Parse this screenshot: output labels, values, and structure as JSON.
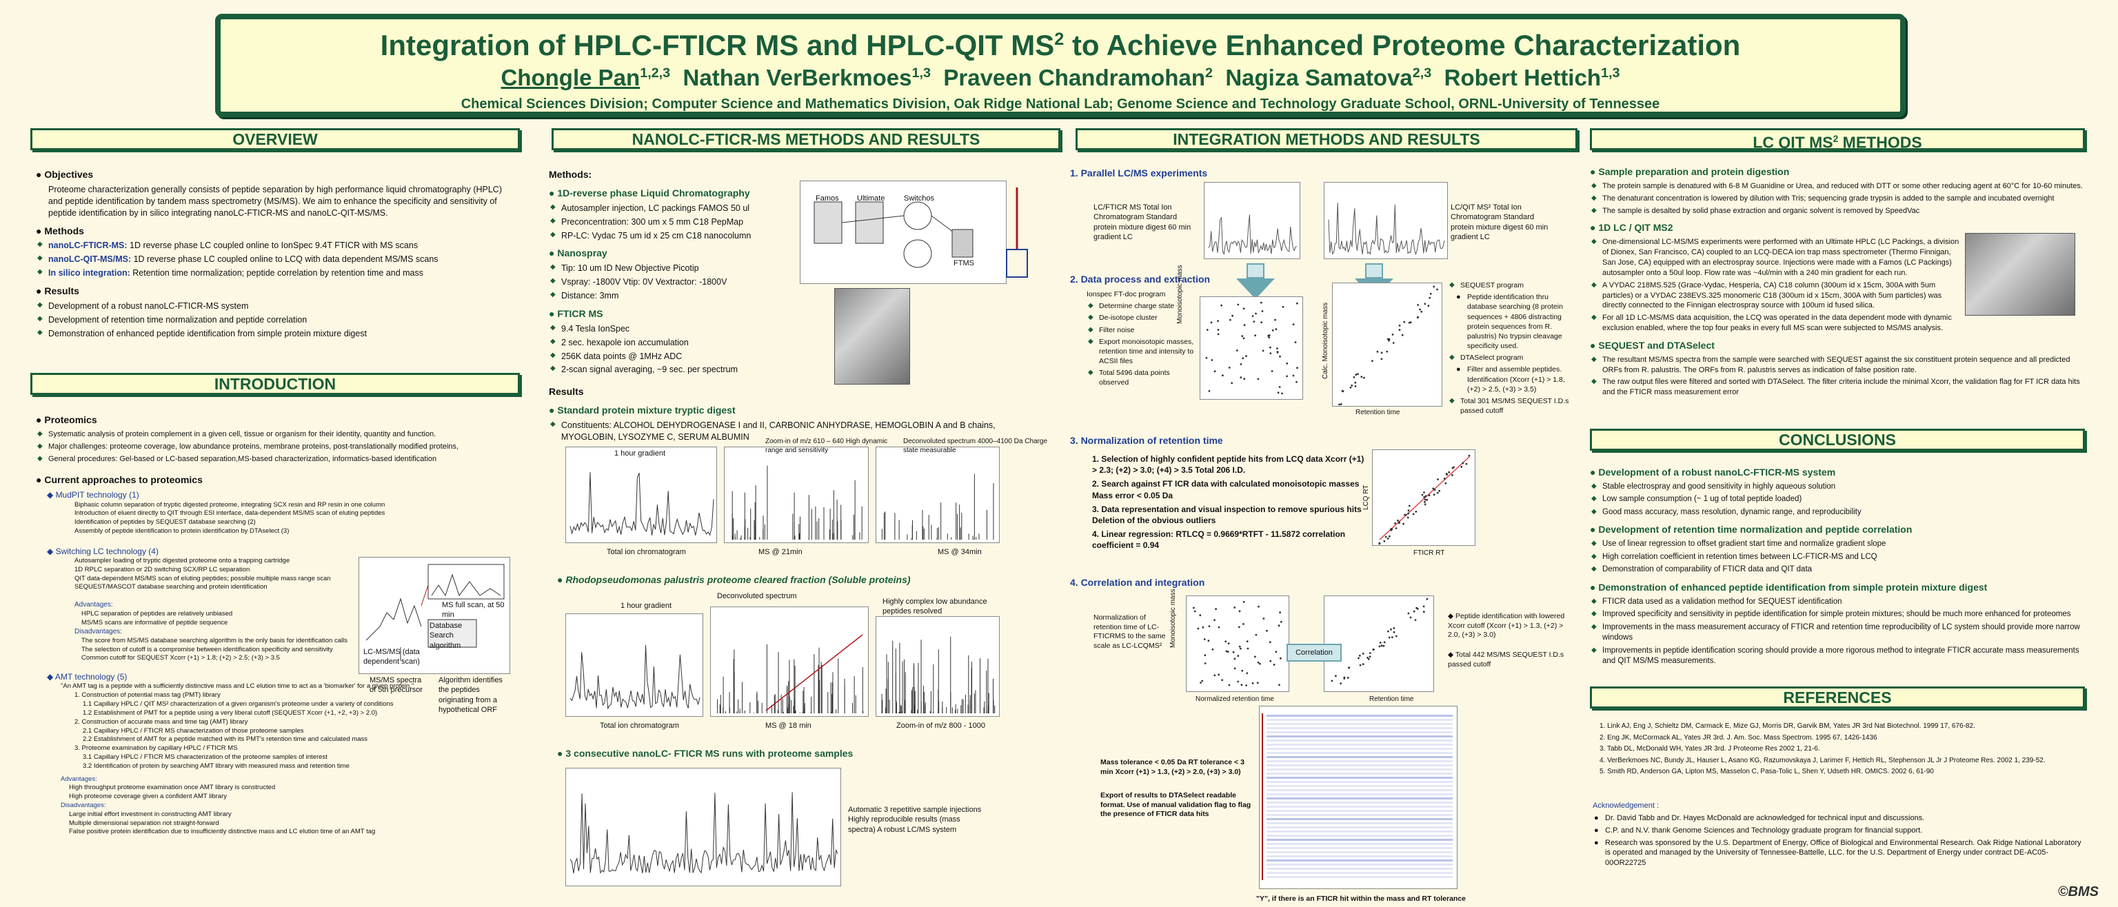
{
  "header": {
    "title": "Integration of HPLC-FTICR MS and HPLC-QIT MS",
    "title_sup": "2",
    "title_tail": " to Achieve Enhanced Proteome Characterization",
    "authors": [
      {
        "name": "Chongle Pan",
        "sup": "1,2,3"
      },
      {
        "name": "Nathan VerBerkmoes",
        "sup": "1,3"
      },
      {
        "name": "Praveen Chandramohan",
        "sup": "2"
      },
      {
        "name": "Nagiza Samatova",
        "sup": "2,3"
      },
      {
        "name": "Robert Hettich",
        "sup": "1,3"
      }
    ],
    "affiliations": "Chemical Sciences Division; Computer Science and Mathematics Division, Oak Ridge National Lab; Genome Science and Technology Graduate School, ORNL-University of Tennessee"
  },
  "sections": {
    "overview": "OVERVIEW",
    "introduction": "INTRODUCTION",
    "nanolc": "NANOLC-FTICR-MS METHODS AND RESULTS",
    "integration": "INTEGRATION METHODS AND RESULTS",
    "lcqit": "LC QIT MS",
    "lcqit_sup": "2",
    "lcqit_tail": " METHODS",
    "conclusions": "CONCLUSIONS",
    "references": "REFERENCES"
  },
  "overview": {
    "objectives_h": "Objectives",
    "objectives": "Proteome characterization generally consists of peptide separation by high performance liquid chromatography (HPLC) and peptide identification by tandem mass spectrometry (MS/MS). We aim to enhance the specificity and sensitivity of peptide identification by in silico integrating nanoLC-FTICR-MS and nanoLC-QIT-MS/MS.",
    "methods_h": "Methods",
    "methods": [
      {
        "k": "nanoLC-FTICR-MS:",
        "v": "1D reverse phase LC coupled online to IonSpec 9.4T FTICR with MS scans"
      },
      {
        "k": "nanoLC-QIT-MS/MS:",
        "v": "1D reverse phase LC coupled online to LCQ with data dependent MS/MS scans"
      },
      {
        "k": "In silico integration:",
        "v": "Retention time normalization; peptide correlation by retention time and mass"
      }
    ],
    "results_h": "Results",
    "results": [
      "Development of a robust nanoLC-FTICR-MS system",
      "Development of retention time normalization and peptide correlation",
      "Demonstration of enhanced peptide identification from simple protein mixture digest"
    ]
  },
  "intro": {
    "proteomics_h": "Proteomics",
    "proteomics": [
      "Systematic analysis of protein complement in a given cell, tissue or organism for their identity, quantity and function.",
      "Major challenges: proteome coverage, low abundance proteins, membrane proteins, post-translationally modified proteins,",
      "General procedures: Gel-based or LC-based separation,MS-based characterization, informatics-based identification"
    ],
    "approaches_h": "Current approaches to proteomics",
    "mudpit_h": "MudPIT technology (1)",
    "mudpit": [
      "Biphasic column separation of tryptic digested proteome, integrating SCX resin and RP resin in one column",
      "Introduction of eluent directly to QIT through ESI interface, data-dependent MS/MS scan of eluting peptides",
      "Identification of peptides by SEQUEST database searching (2)",
      "Assembly of peptide identification to protein identification by DTAselect (3)"
    ],
    "switching_h": "Switching LC technology (4)",
    "switching": [
      "Autosampler loading of tryptic digested proteome onto a trapping cartridge",
      "1D RPLC separation or 2D switching SCX/RP LC separation",
      "QIT data-dependent MS/MS scan of eluting peptides; possible multiple mass range scan",
      "SEQUEST/MASCOT database searching and protein identification"
    ],
    "adv_h": "Advantages:",
    "adv": [
      "HPLC separation of peptides are relatively unbiased",
      "MS/MS scans are informative of peptide sequence"
    ],
    "dis_h": "Disadvantages:",
    "dis": [
      "The score from MS/MS database searching algorithm is the only basis for identification calls",
      "The selection of cutoff is a compromise between identification specificity and sensitivity",
      "Common cutoff for SEQUEST Xcorr (+1) > 1.8; (+2) > 2.5; (+3) > 3.5"
    ],
    "amt_h": "AMT technology (5)",
    "amt_quote": "\"An AMT tag is a peptide with a sufficiently distinctive mass and LC elution time to act as a 'biomarker' for a given protein.\"",
    "amt": [
      "1. Construction of potential mass tag (PMT) library",
      "1.1 Capillary HPLC / QIT MS² characterization of a given organism's proteome under a variety of conditions",
      "1.2 Establishment of PMT for a peptide using a very liberal cutoff (SEQUEST Xcorr (+1, +2, +3) > 2.0)",
      "2. Construction of accurate mass and time tag (AMT) library",
      "2.1 Capillary HPLC / FTICR MS characterization of those proteome samples",
      "2.2 Establishment of AMT for a peptide matched with its PMT's retention time and calculated mass",
      "3. Proteome examination by capillary HPLC / FTICR MS",
      "3.1 Capillary HPLC / FTICR MS characterization of the proteome samples of interest",
      "3.2 Identification of protein by searching AMT library with measured mass and retention time"
    ],
    "amt_adv": [
      "High throughput proteome examination once AMT library is constructed",
      "High proteome coverage given a confident AMT library"
    ],
    "amt_dis": [
      "Large initial effort investment in constructing AMT library",
      "Multiple dimensional separation not straight-forward",
      "False positive protein identification due to insufficiently distinctive mass and LC elution time of an AMT tag"
    ],
    "lcmsms_label": "LC-MS/MS (data dependent scan)",
    "ms_label": "MS full scan, at 50 min",
    "msms_label": "MS/MS spectra of 5th precursor",
    "sequest_label": "Database Search algorithm",
    "algo_label": "Algorithm identifies the peptides originating from a hypothetical ORF"
  },
  "nano": {
    "methods_h": "Methods:",
    "rp_h": "1D-reverse phase Liquid Chromatography",
    "rp": [
      "Autosampler injection, LC packings FAMOS 50 ul",
      "Preconcentration: 300 um x 5 mm C18 PepMap",
      "RP-LC: Vydac 75 um id x 25 cm C18 nanocolumn"
    ],
    "spray_h": "Nanospray",
    "spray": [
      "Tip: 10 um ID New Objective Picotip",
      "Vspray: -1800V Vtip: 0V Vextractor: -1800V",
      "Distance: 3mm"
    ],
    "ft_h": "FTICR MS",
    "ft": [
      "9.4 Tesla IonSpec",
      "2 sec. hexapole ion accumulation",
      "256K data points @ 1MHz ADC",
      "2-scan signal averaging, ~9 sec. per spectrum"
    ],
    "results_h": "Results",
    "std_h": "Standard protein mixture tryptic digest",
    "std": "Constituents: ALCOHOL DEHYDROGENASE I and II, CARBONIC ANHYDRASE, HEMOGLOBIN A and B chains, MYOGLOBIN, LYSOZYME C, SERUM ALBUMIN",
    "gradient_label": "1 hour gradient",
    "zoom_label": "Zoom-in of m/z 610 – 640 High dynamic range and sensitivity",
    "decon_label": "Deconvoluted spectrum 4000–4100 Da Charge state measurable",
    "tic_label": "Total ion chromatogram",
    "ms21_label": "MS @ 21min",
    "ms34_label": "MS @ 34min",
    "rhodo_h": "Rhodopseudomonas palustris proteome cleared fraction (Soluble proteins)",
    "rhodo_grad": "1 hour gradient",
    "rhodo_decon": "Deconvoluted spectrum",
    "rhodo_complex": "Highly complex low abundance peptides resolved",
    "rhodo_tic": "Total ion chromatogram",
    "rhodo_ms": "MS @ 18 min",
    "rhodo_zoom": "Zoom-in of m/z 800 - 1000",
    "consec_h": "3 consecutive nanoLC- FTICR MS runs with proteome samples",
    "consec_note": "Automatic 3 repetitive sample injections Highly reproducible results (mass spectra) A robust LC/MS system",
    "inst_labels": [
      "Famos",
      "Ultimate",
      "Switchos",
      "FTMS"
    ]
  },
  "integ": {
    "s1": "1.  Parallel LC/MS experiments",
    "s1_left": "LC/FTICR MS Total Ion Chromatogram Standard protein mixture digest 60 min gradient LC",
    "s1_right": "LC/QIT MS² Total Ion Chromatogram Standard protein mixture digest 60 min gradient LC",
    "s2": "2.  Data process and extraction",
    "ionspec_h": "Ionspec FT-doc program",
    "ionspec": [
      "Determine charge state",
      "De-isotope cluster",
      "Filter noise",
      "Export monoisotopic masses, retention time and intensity to ACSII files",
      "Total 5496 data points observed"
    ],
    "seq_h": "SEQUEST program",
    "seq": [
      "Peptide identification thru database searching (8 protein sequences + 4806 distracting protein sequences from R. palustris) No trypsin cleavage specificity used."
    ],
    "dta_h": "DTASelect program",
    "dta": [
      "Filter and assemble peptides. Identification (Xcorr (+1) > 1.8, (+2) > 2.5, (+3) > 3.5)"
    ],
    "dta_total": "Total 301 MS/MS SEQUEST I.D.s passed cutoff",
    "ax_mono": "Monoisotopic mass",
    "ax_calc": "Calc. Monoisotopic mass",
    "ax_rt": "Retention time",
    "s3": "3.  Normalization of retention time",
    "s3_items": [
      "Selection of highly confident peptide hits from LCQ data Xcorr (+1) > 2.3; (+2) > 3.0; (+4) > 3.5  Total 206 I.D.",
      "Search against FT ICR data with calculated monoisotopic masses Mass error < 0.05 Da",
      "Data representation and visual inspection to remove spurious hits Deletion of the obvious outliers",
      "Linear regression: RTLCQ = 0.9669*RTFT - 11.5872 correlation coefficient = 0.94"
    ],
    "lcq_rt": "LCQ RT",
    "fticr_rt": "FTICR RT",
    "s4": "4.  Correlation and integration",
    "norm_text": "Normalization of retention time of LC-FTICRMS to the same scale as LC-LCQMS²",
    "corr": "Correlation",
    "peptide_text": "Peptide identification with lowered Xcorr cutoff (Xcorr (+1) > 1.3, (+2) > 2.0, (+3) > 3.0)",
    "total_text": "Total 442 MS/MS SEQUEST I.D.s passed cutoff",
    "norm_rt": "Normalized retention time",
    "tol_text": "Mass tolerance < 0.05 Da RT tolerance < 3 min Xcorr (+1) > 1.3, (+2) > 2.0, (+3) > 3.0)",
    "export_text": "Export of results to DTASelect readable format. Use of manual validation flag to flag the presence of FTICR data hits",
    "flag_text": "\"Y\", if there is an FTICR hit within the mass and RT tolerance"
  },
  "qit": {
    "prep_h": "Sample preparation and protein digestion",
    "prep": [
      "The protein sample is denatured with 6-8 M Guanidine or Urea, and reduced with DTT or some other reducing agent at 60°C for 10-60 minutes.",
      "The denaturant concentration is lowered by dilution with Tris; sequencing grade trypsin is added to the sample and incubated overnight",
      "The sample is desalted by solid phase extraction and organic solvent is removed by SpeedVac"
    ],
    "lc_h": "1D LC / QIT MS2",
    "lc": [
      "One-dimensional LC-MS/MS experiments were performed with an Ultimate HPLC (LC Packings, a division of Dionex, San Francisco, CA) coupled to an LCQ-DECA ion trap mass spectrometer (Thermo Finnigan, San Jose, CA) equipped with an electrospray source. Injections were made with a Famos (LC Packings) autosampler onto a 50ul loop. Flow rate was ~4ul/min with a 240 min gradient for each run.",
      "A VYDAC 218MS.525 (Grace-Vydac, Hesperia, CA) C18 column (300um id x 15cm, 300A with 5um particles) or a VYDAC 238EVS.325 monomeric C18 (300um id x 15cm, 300A with 5um particles) was directly connected to the Finnigan electrospray source with 100um id fused silica.",
      "For all 1D LC-MS/MS data acquisition, the LCQ was operated in the data dependent mode with dynamic exclusion enabled, where the top four peaks in every full MS scan were subjected to MS/MS analysis."
    ],
    "seq_h": "SEQUEST and DTASelect",
    "seq": [
      "The resultant MS/MS spectra from the sample  were searched with SEQUEST against the six constituent protein sequence and all predicted ORFs from R. palustris.  The ORFs from R. palustris serves as indication of false position rate.",
      "The raw output files were filtered and sorted with DTASelect. The filter criteria include the minimal Xcorr, the validation flag for FT ICR data hits and the FTICR mass measurement error"
    ]
  },
  "conclusions": [
    {
      "h": "Development of a robust nanoLC-FTICR-MS system",
      "items": [
        "Stable electrospray and good sensitivity in highly aqueous solution",
        "Low sample consumption (~ 1 ug of total peptide loaded)",
        "Good mass accuracy, mass resolution, dynamic range, and reproducibility"
      ]
    },
    {
      "h": "Development of retention time normalization and peptide correlation",
      "items": [
        "Use of linear regression to offset gradient start time and normalize gradient slope",
        "High correlation coefficient in retention times between LC-FTICR-MS and LCQ",
        "Demonstration of comparability of FTICR data and QIT data"
      ]
    },
    {
      "h": "Demonstration of enhanced peptide identification from simple protein mixture digest",
      "items": [
        "FTICR data used as a validation method for SEQUEST identification",
        "Improved specificity and sensitivity in peptide identification for simple protein mixtures; should be much more enhanced for proteomes",
        "Improvements in the mass measurement accuracy of FTICR and retention time reproducibility of LC system should provide more narrow windows",
        "Improvements in peptide identification scoring should provide a more rigorous method to integrate FTICR accurate mass measurements and QIT MS/MS measurements."
      ]
    }
  ],
  "references": [
    "1. Link AJ, Eng J, Schieltz DM, Carmack E, Mize GJ, Morris DR, Garvik BM, Yates JR 3rd Nat Biotechnol. 1999 17, 676-82.",
    "2. Eng JK, McCormack AL, Yates JR 3rd.  J. Am. Soc. Mass Spectrom. 1995 67, 1426-1436",
    "3. Tabb DL, McDonald WH, Yates JR 3rd.  J Proteome Res 2002 1, 21-6.",
    "4. VerBerkmoes NC, Bundy JL, Hauser L, Asano KG, Razumovskaya J, Larimer F, Hettich RL, Stephenson JL Jr J Proteome Res. 2002 1, 239-52.",
    "5. Smith RD, Anderson GA, Lipton MS, Masselon C, Pasa-Tolic L, Shen Y, Udseth HR.  OMICS. 2002 6, 61-90"
  ],
  "ack": {
    "h": "Acknowledgement :",
    "items": [
      "Dr. David Tabb and Dr. Hayes McDonald are acknowledged for technical input and discussions.",
      "C.P. and N.V. thank Genome Sciences and Technology graduate program for financial support.",
      "Research was sponsored by the U.S. Department of Energy, Office of Biological and Environmental Research.  Oak Ridge National Laboratory is operated and managed by the University of Tennessee-Battelle, LLC. for the U.S. Department of Energy under contract DE-AC05-00OR22725"
    ]
  },
  "logo": "©BMS",
  "colors": {
    "accent": "#1a5d3a",
    "link": "#1f3e94",
    "bg": "#fdf8e4"
  }
}
